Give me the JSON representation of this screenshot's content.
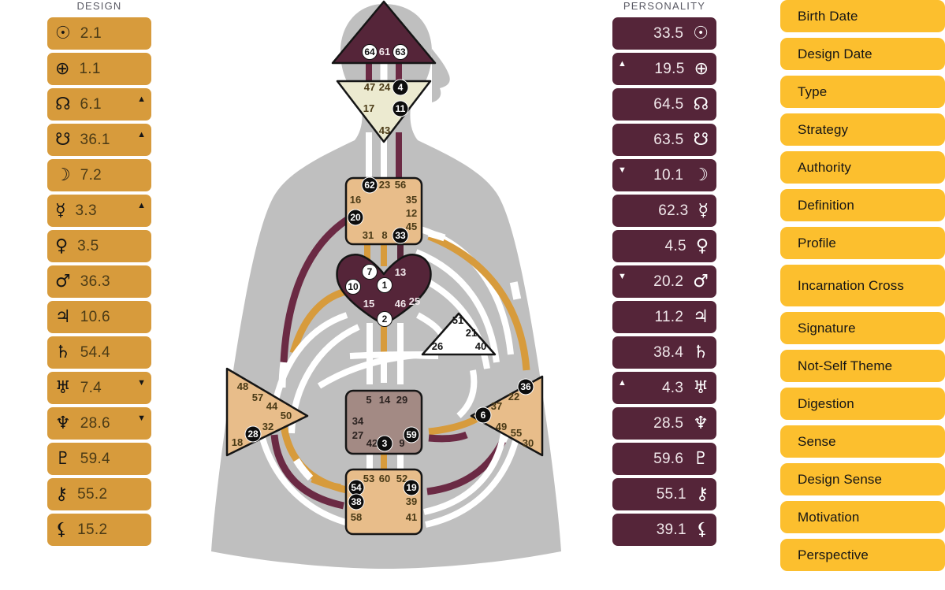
{
  "headers": {
    "design": "DESIGN",
    "personality": "PERSONALITY"
  },
  "colors": {
    "design_pill": "#d79b3c",
    "personality_pill": "#552539",
    "property_pill": "#fcbf2e",
    "body_silhouette": "#bfbfbf",
    "defined_design": "#e0b47e",
    "defined_personality": "#552539",
    "defined_mixed_sacral": "#a38a84",
    "ajna_yellow": "#ecead0",
    "undefined_white": "#ffffff",
    "channel_design": "#d79b3c",
    "channel_personality": "#6b2a44",
    "channel_undefined": "#ffffff"
  },
  "design": [
    {
      "planet": "sun",
      "glyph": "☉",
      "value": "2.1",
      "arrow": ""
    },
    {
      "planet": "earth",
      "glyph": "⊕",
      "value": "1.1",
      "arrow": ""
    },
    {
      "planet": "north-node",
      "glyph": "☊",
      "value": "6.1",
      "arrow": "▲"
    },
    {
      "planet": "south-node",
      "glyph": "☋",
      "value": "36.1",
      "arrow": "▲"
    },
    {
      "planet": "moon",
      "glyph": "☽",
      "value": "7.2",
      "arrow": ""
    },
    {
      "planet": "mercury",
      "glyph": "☿",
      "value": "3.3",
      "arrow": "▲"
    },
    {
      "planet": "venus",
      "glyph": "♀",
      "value": "3.5",
      "arrow": ""
    },
    {
      "planet": "mars",
      "glyph": "♂",
      "value": "36.3",
      "arrow": ""
    },
    {
      "planet": "jupiter",
      "glyph": "♃",
      "value": "10.6",
      "arrow": ""
    },
    {
      "planet": "saturn",
      "glyph": "♄",
      "value": "54.4",
      "arrow": ""
    },
    {
      "planet": "uranus",
      "glyph": "♅",
      "value": "7.4",
      "arrow": "▼"
    },
    {
      "planet": "neptune",
      "glyph": "♆",
      "value": "28.6",
      "arrow": "▼"
    },
    {
      "planet": "pluto",
      "glyph": "♇",
      "value": "59.4",
      "arrow": ""
    },
    {
      "planet": "chiron",
      "glyph": "⚷",
      "value": "55.2",
      "arrow": ""
    },
    {
      "planet": "black-moon-lilith",
      "glyph": "⚸",
      "value": "15.2",
      "arrow": ""
    }
  ],
  "personality": [
    {
      "planet": "sun",
      "glyph": "☉",
      "value": "33.5",
      "arrow": ""
    },
    {
      "planet": "earth",
      "glyph": "⊕",
      "value": "19.5",
      "arrow": "▲"
    },
    {
      "planet": "north-node",
      "glyph": "☊",
      "value": "64.5",
      "arrow": ""
    },
    {
      "planet": "south-node",
      "glyph": "☋",
      "value": "63.5",
      "arrow": ""
    },
    {
      "planet": "moon",
      "glyph": "☽",
      "value": "10.1",
      "arrow": "▼"
    },
    {
      "planet": "mercury",
      "glyph": "☿",
      "value": "62.3",
      "arrow": ""
    },
    {
      "planet": "venus",
      "glyph": "♀",
      "value": "4.5",
      "arrow": ""
    },
    {
      "planet": "mars",
      "glyph": "♂",
      "value": "20.2",
      "arrow": "▼"
    },
    {
      "planet": "jupiter",
      "glyph": "♃",
      "value": "11.2",
      "arrow": ""
    },
    {
      "planet": "saturn",
      "glyph": "♄",
      "value": "38.4",
      "arrow": ""
    },
    {
      "planet": "uranus",
      "glyph": "♅",
      "value": "4.3",
      "arrow": "▲"
    },
    {
      "planet": "neptune",
      "glyph": "♆",
      "value": "28.5",
      "arrow": ""
    },
    {
      "planet": "pluto",
      "glyph": "♇",
      "value": "59.6",
      "arrow": ""
    },
    {
      "planet": "chiron",
      "glyph": "⚷",
      "value": "55.1",
      "arrow": ""
    },
    {
      "planet": "black-moon-lilith",
      "glyph": "⚸",
      "value": "39.1",
      "arrow": ""
    }
  ],
  "properties": [
    {
      "key": "birth-date",
      "label": "Birth Date"
    },
    {
      "key": "design-date",
      "label": "Design Date"
    },
    {
      "key": "type",
      "label": "Type"
    },
    {
      "key": "strategy",
      "label": "Strategy"
    },
    {
      "key": "authority",
      "label": "Authority"
    },
    {
      "key": "definition",
      "label": "Definition"
    },
    {
      "key": "profile",
      "label": "Profile"
    },
    {
      "key": "incarnation-cross",
      "label": "Incarnation Cross"
    },
    {
      "key": "signature",
      "label": "Signature"
    },
    {
      "key": "not-self-theme",
      "label": "Not-Self Theme"
    },
    {
      "key": "digestion",
      "label": "Digestion"
    },
    {
      "key": "sense",
      "label": "Sense"
    },
    {
      "key": "design-sense",
      "label": "Design Sense"
    },
    {
      "key": "motivation",
      "label": "Motivation"
    },
    {
      "key": "perspective",
      "label": "Perspective"
    }
  ],
  "bodygraph": {
    "centers": [
      {
        "name": "head",
        "state": "defined-personality",
        "fill": "#552539"
      },
      {
        "name": "ajna",
        "state": "defined-design",
        "fill": "#ecead0"
      },
      {
        "name": "throat",
        "state": "defined",
        "fill": "#e8bd8a"
      },
      {
        "name": "g-center",
        "state": "defined-personality",
        "fill": "#552539"
      },
      {
        "name": "heart-ego",
        "state": "undefined",
        "fill": "#ffffff"
      },
      {
        "name": "spleen",
        "state": "defined",
        "fill": "#e8bd8a"
      },
      {
        "name": "sacral",
        "state": "defined-mixed",
        "fill": "#a38a84"
      },
      {
        "name": "solar-plexus",
        "state": "defined",
        "fill": "#e8bd8a"
      },
      {
        "name": "root",
        "state": "defined",
        "fill": "#e8bd8a"
      }
    ],
    "gates": {
      "head": [
        {
          "n": "64",
          "marker": "white-circle"
        },
        {
          "n": "61",
          "marker": "none"
        },
        {
          "n": "63",
          "marker": "white-circle"
        }
      ],
      "ajna": [
        {
          "n": "47",
          "marker": "none"
        },
        {
          "n": "24",
          "marker": "none"
        },
        {
          "n": "4",
          "marker": "black-circle"
        },
        {
          "n": "17",
          "marker": "none"
        },
        {
          "n": "11",
          "marker": "black-circle"
        },
        {
          "n": "43",
          "marker": "none"
        }
      ],
      "throat": [
        {
          "n": "62",
          "marker": "black-circle"
        },
        {
          "n": "23",
          "marker": "none"
        },
        {
          "n": "56",
          "marker": "none"
        },
        {
          "n": "16",
          "marker": "none"
        },
        {
          "n": "35",
          "marker": "none"
        },
        {
          "n": "20",
          "marker": "black-circle"
        },
        {
          "n": "12",
          "marker": "none"
        },
        {
          "n": "45",
          "marker": "none"
        },
        {
          "n": "31",
          "marker": "none"
        },
        {
          "n": "8",
          "marker": "none"
        },
        {
          "n": "33",
          "marker": "black-circle"
        }
      ],
      "g-center": [
        {
          "n": "7",
          "marker": "white-circle"
        },
        {
          "n": "13",
          "marker": "none"
        },
        {
          "n": "1",
          "marker": "white-circle"
        },
        {
          "n": "10",
          "marker": "white-circle"
        },
        {
          "n": "25",
          "marker": "none"
        },
        {
          "n": "15",
          "marker": "none"
        },
        {
          "n": "46",
          "marker": "none"
        },
        {
          "n": "2",
          "marker": "white-circle"
        }
      ],
      "heart-ego": [
        {
          "n": "51",
          "marker": "none"
        },
        {
          "n": "21",
          "marker": "none"
        },
        {
          "n": "26",
          "marker": "none"
        },
        {
          "n": "40",
          "marker": "none"
        }
      ],
      "spleen": [
        {
          "n": "48",
          "marker": "none"
        },
        {
          "n": "57",
          "marker": "none"
        },
        {
          "n": "44",
          "marker": "none"
        },
        {
          "n": "50",
          "marker": "none"
        },
        {
          "n": "32",
          "marker": "none"
        },
        {
          "n": "28",
          "marker": "black-circle"
        },
        {
          "n": "18",
          "marker": "none"
        }
      ],
      "sacral": [
        {
          "n": "5",
          "marker": "none"
        },
        {
          "n": "14",
          "marker": "none"
        },
        {
          "n": "29",
          "marker": "none"
        },
        {
          "n": "34",
          "marker": "none"
        },
        {
          "n": "27",
          "marker": "none"
        },
        {
          "n": "42",
          "marker": "none"
        },
        {
          "n": "3",
          "marker": "black-circle"
        },
        {
          "n": "9",
          "marker": "none"
        },
        {
          "n": "59",
          "marker": "black-circle"
        }
      ],
      "solar-plexus": [
        {
          "n": "36",
          "marker": "black-circle"
        },
        {
          "n": "22",
          "marker": "none"
        },
        {
          "n": "37",
          "marker": "none"
        },
        {
          "n": "6",
          "marker": "black-circle"
        },
        {
          "n": "49",
          "marker": "none"
        },
        {
          "n": "55",
          "marker": "none"
        },
        {
          "n": "30",
          "marker": "none"
        }
      ],
      "root": [
        {
          "n": "53",
          "marker": "none"
        },
        {
          "n": "60",
          "marker": "none"
        },
        {
          "n": "52",
          "marker": "none"
        },
        {
          "n": "54",
          "marker": "black-circle"
        },
        {
          "n": "19",
          "marker": "black-circle"
        },
        {
          "n": "38",
          "marker": "black-circle"
        },
        {
          "n": "39",
          "marker": "none"
        },
        {
          "n": "58",
          "marker": "none"
        },
        {
          "n": "41",
          "marker": "none"
        }
      ]
    }
  }
}
